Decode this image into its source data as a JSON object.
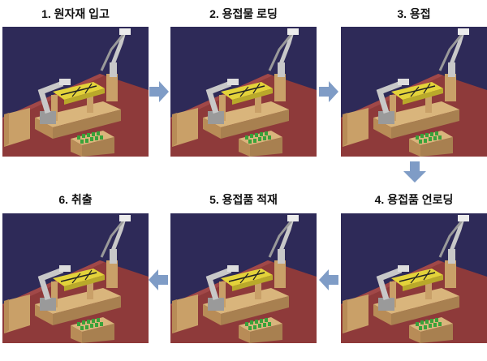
{
  "steps": [
    {
      "label": "1. 원자재 입고"
    },
    {
      "label": "2. 용접물 로딩"
    },
    {
      "label": "3. 용접"
    },
    {
      "label": "4. 용접품 언로딩"
    },
    {
      "label": "5. 용접품 적재"
    },
    {
      "label": "6. 취출"
    }
  ],
  "colors": {
    "background": "#2e2a58",
    "floor": "#8e3a3a",
    "wood": "#c9a068",
    "fixture": "#e3d33a",
    "robot": "#c8c8c8",
    "parts": "#3aa23a",
    "arrow": "#7f9cc6"
  }
}
